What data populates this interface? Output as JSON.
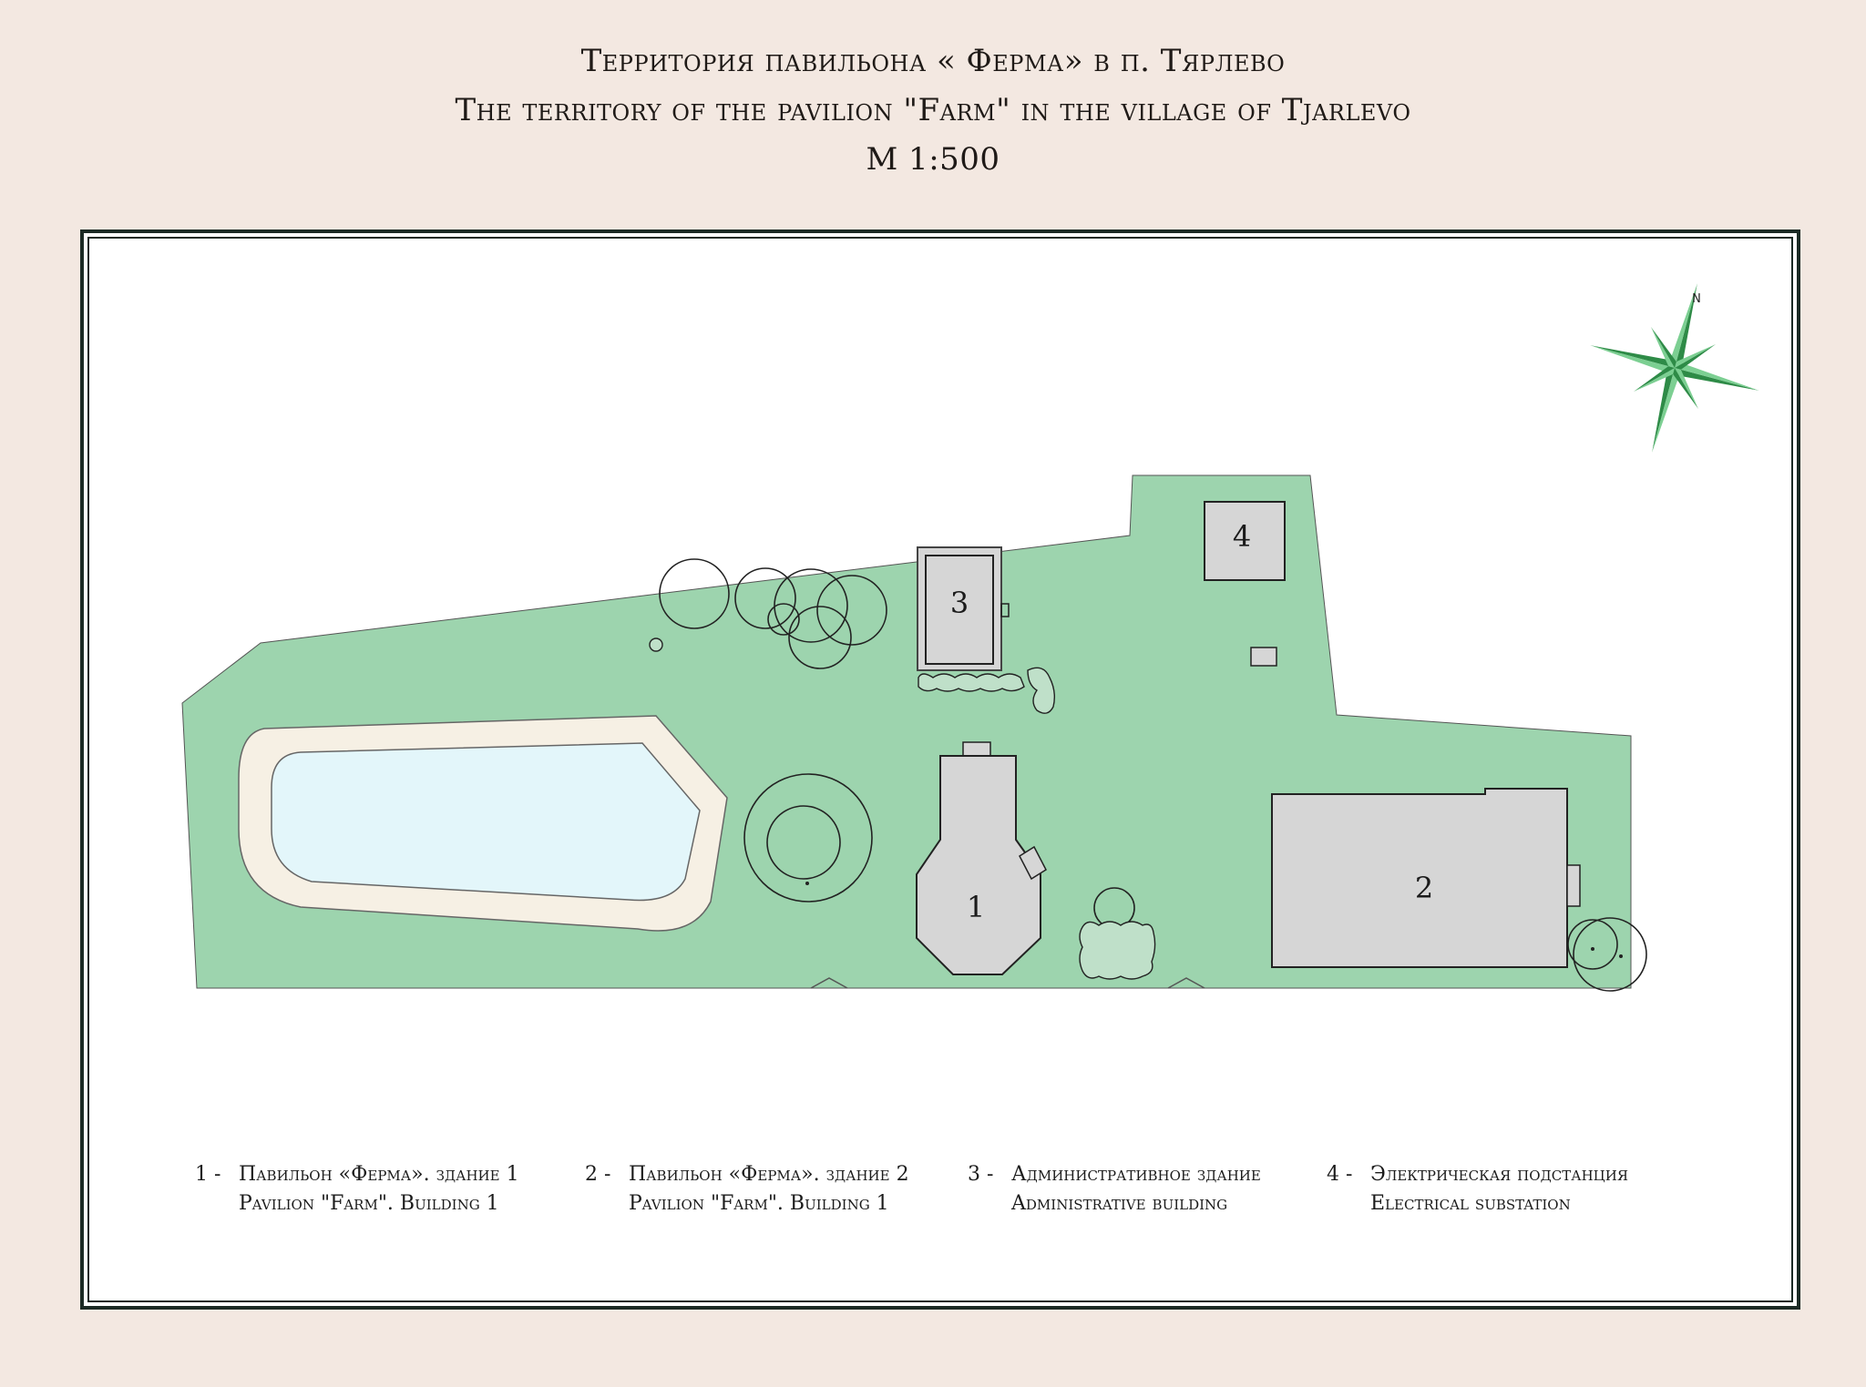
{
  "title": {
    "ru": "Территория павильона « Ферма» в п. Тярлево",
    "en": "The territory of the pavilion \"Farm\" in the village of Tjarlevo",
    "scale": "М 1:500"
  },
  "compass": {
    "north_label": "N",
    "color": "#2e8b47"
  },
  "plan": {
    "colors": {
      "lawn": "#9dd4ae",
      "water": "#e3f6fa",
      "path": "#f6f0e4",
      "building": "#d6d6d6",
      "outline": "#222222"
    },
    "building_labels": [
      "1",
      "2",
      "3",
      "4"
    ]
  },
  "legend": [
    {
      "num": "1 -",
      "ru": "Павильон «Ферма». здание 1",
      "en": "Pavilion \"Farm\". Building 1"
    },
    {
      "num": "2 -",
      "ru": "Павильон «Ферма». здание 2",
      "en": "Pavilion \"Farm\". Building 1"
    },
    {
      "num": "3 -",
      "ru": "Административное здание",
      "en": "Administrative building"
    },
    {
      "num": "4 -",
      "ru": "Электрическая подстанция",
      "en": "Electrical substation"
    }
  ]
}
